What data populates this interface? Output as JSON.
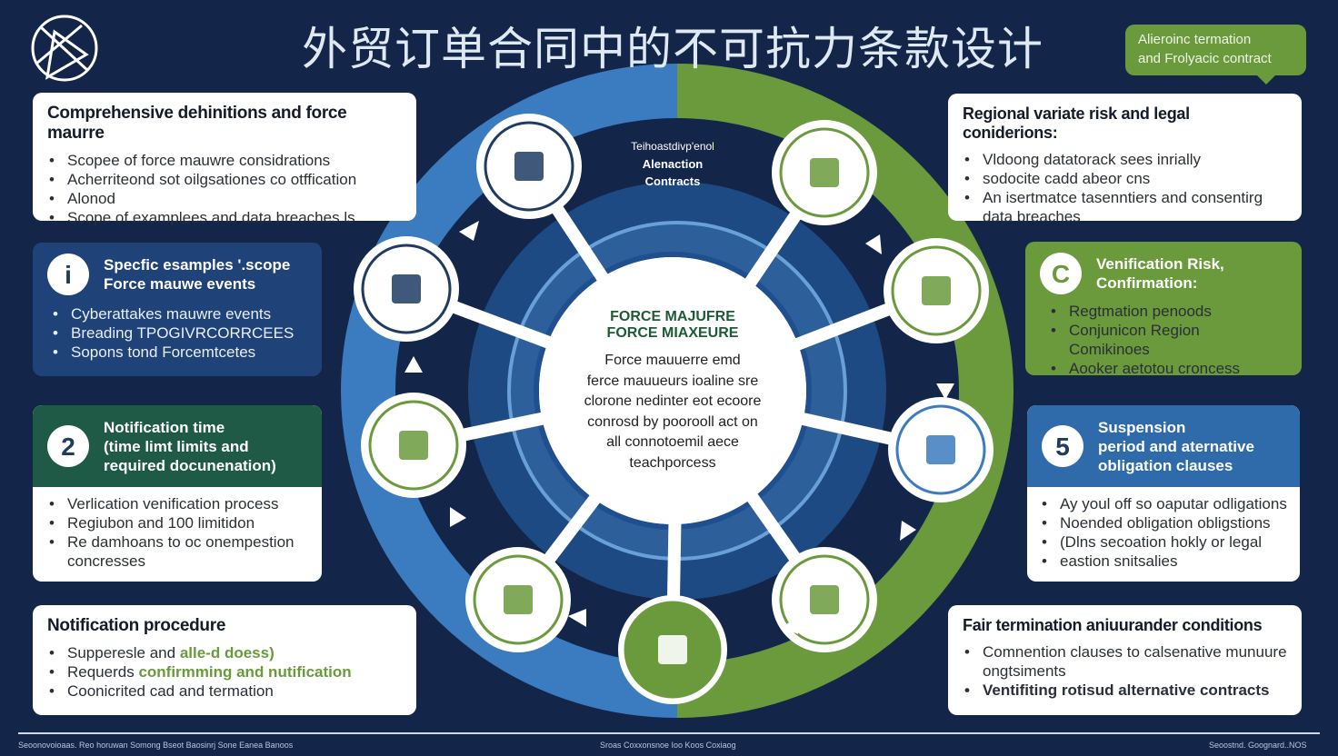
{
  "title": "外贸订单合同中的不可抗力条款设计",
  "bubble": {
    "line1": "Alieroinc termation",
    "line2": "and Frolyacic contract"
  },
  "cards": {
    "definitions": {
      "title": "Comprehensive dehinitions and force maurre",
      "items": [
        "Scopee of force mauwre considrations",
        "Acherriteond sot oilgsationes co otffication",
        "Alonod",
        "Scope of examplees and data breaches ls"
      ]
    },
    "examples": {
      "badge": "i",
      "title_line1": "Specfic esamples '.scope",
      "title_line2": "Force mauwe events",
      "items": [
        "Cyberattakes mauwre events",
        "Breading TPOGIVRCORRCEES",
        "Sopons tond Forcemtcetes"
      ]
    },
    "notification_time": {
      "badge": "2",
      "title_line1": "Notification time",
      "title_line2": "(time limt limits and",
      "title_line3": "required docunenation)",
      "items": [
        "Verlication venification process",
        "Regiubon and 100 limitidon",
        "Re damhoans to oc onempestion concresses"
      ]
    },
    "procedure": {
      "title": "Notification procedure",
      "items": [
        {
          "plain": "Supperesle and ",
          "accent": "alle-d doess)"
        },
        {
          "plain": "Requerds ",
          "accent": "confirmming and nutification"
        },
        {
          "plain": "Coonicrited cad and termation",
          "accent": ""
        }
      ]
    },
    "regional": {
      "title": "Regional variate risk and legal coniderions:",
      "items": [
        "Vldoong datatorack sees inrially",
        "sodocite cadd abeor cns",
        "An isertmatce tasenntiers and consentirg data breaches"
      ]
    },
    "verification": {
      "badge": "C",
      "title_line1": "Venification Risk,",
      "title_line2": "Confirmation:",
      "items": [
        "Regtmation penoods",
        "Conjunicon Region Comikinoes",
        "Aooker aetotou croncess"
      ]
    },
    "suspension": {
      "badge": "5",
      "title_line1": "Suspension",
      "title_line2": "period and aternative",
      "title_line3": "obligation clauses",
      "items": [
        "Ay youl off so oaputar odligations",
        "Noended obligation obligstions",
        "(Dlns secoation hokly or legal",
        "eastion snitsalies"
      ]
    },
    "termination": {
      "title": "Fair termination aniuurander conditions",
      "items": [
        "Comnention clauses to calsenative munuure ongtsiments"
      ],
      "accent_item": "Ventifiting rotisud alternative contracts"
    }
  },
  "center": {
    "heading1": "FORCE MAJUFRE",
    "heading2": "FORCE MIAXEURE",
    "body": [
      "Force mauuerre emd",
      "ferce mauueurs ioaline sre",
      "clorone nedinter eot ecoore",
      "conrosd by poorooll act on",
      "all connotoemil aece",
      "teachporcess"
    ]
  },
  "top_band": {
    "line1": "Teihoastdivp'enol",
    "line2": "Alenaction",
    "line3": "Contracts"
  },
  "footer": {
    "left": "Seoonovoioaas. Reo horuwan Somong Bseot Baosinrj Sone Eanea Banoos",
    "center": "Sroas Coxxonsnoe Ioo Koos Coxiaog",
    "right": "Seoostnd. Goognard..NOS"
  },
  "colors": {
    "background": "#13264a",
    "blue": "#3b7bc0",
    "green": "#6a9a3c",
    "dark_green": "#1e5a45"
  }
}
